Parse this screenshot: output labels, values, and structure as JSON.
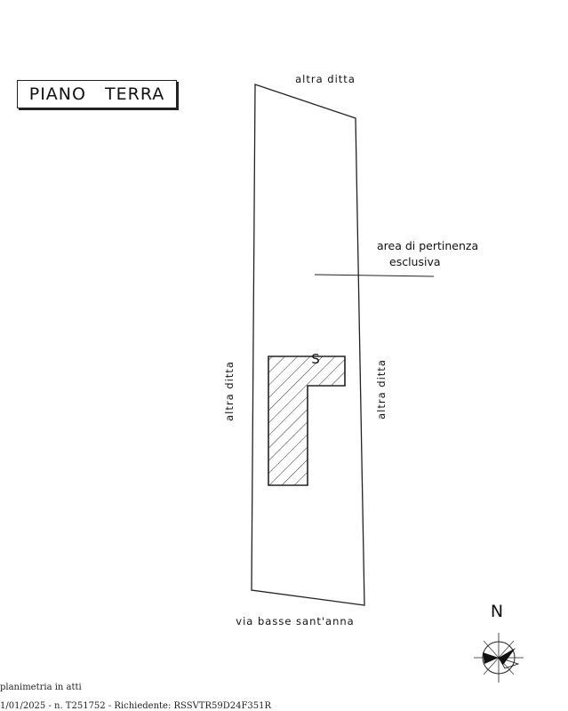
{
  "title": "PIANO TERRA",
  "labels": {
    "top": "altra ditta",
    "left": "altra ditta",
    "right": "altra ditta",
    "bottom": "via basse sant'anna",
    "area_line1": "area di pertinenza",
    "area_line2": "esclusiva",
    "stair": "S"
  },
  "compass": {
    "north_label": "N"
  },
  "footer": {
    "line1": "planimetria in atti",
    "line2": "1/01/2025 - n. T251752 - Richiedente: RSSVTR59D24F351R"
  }
}
